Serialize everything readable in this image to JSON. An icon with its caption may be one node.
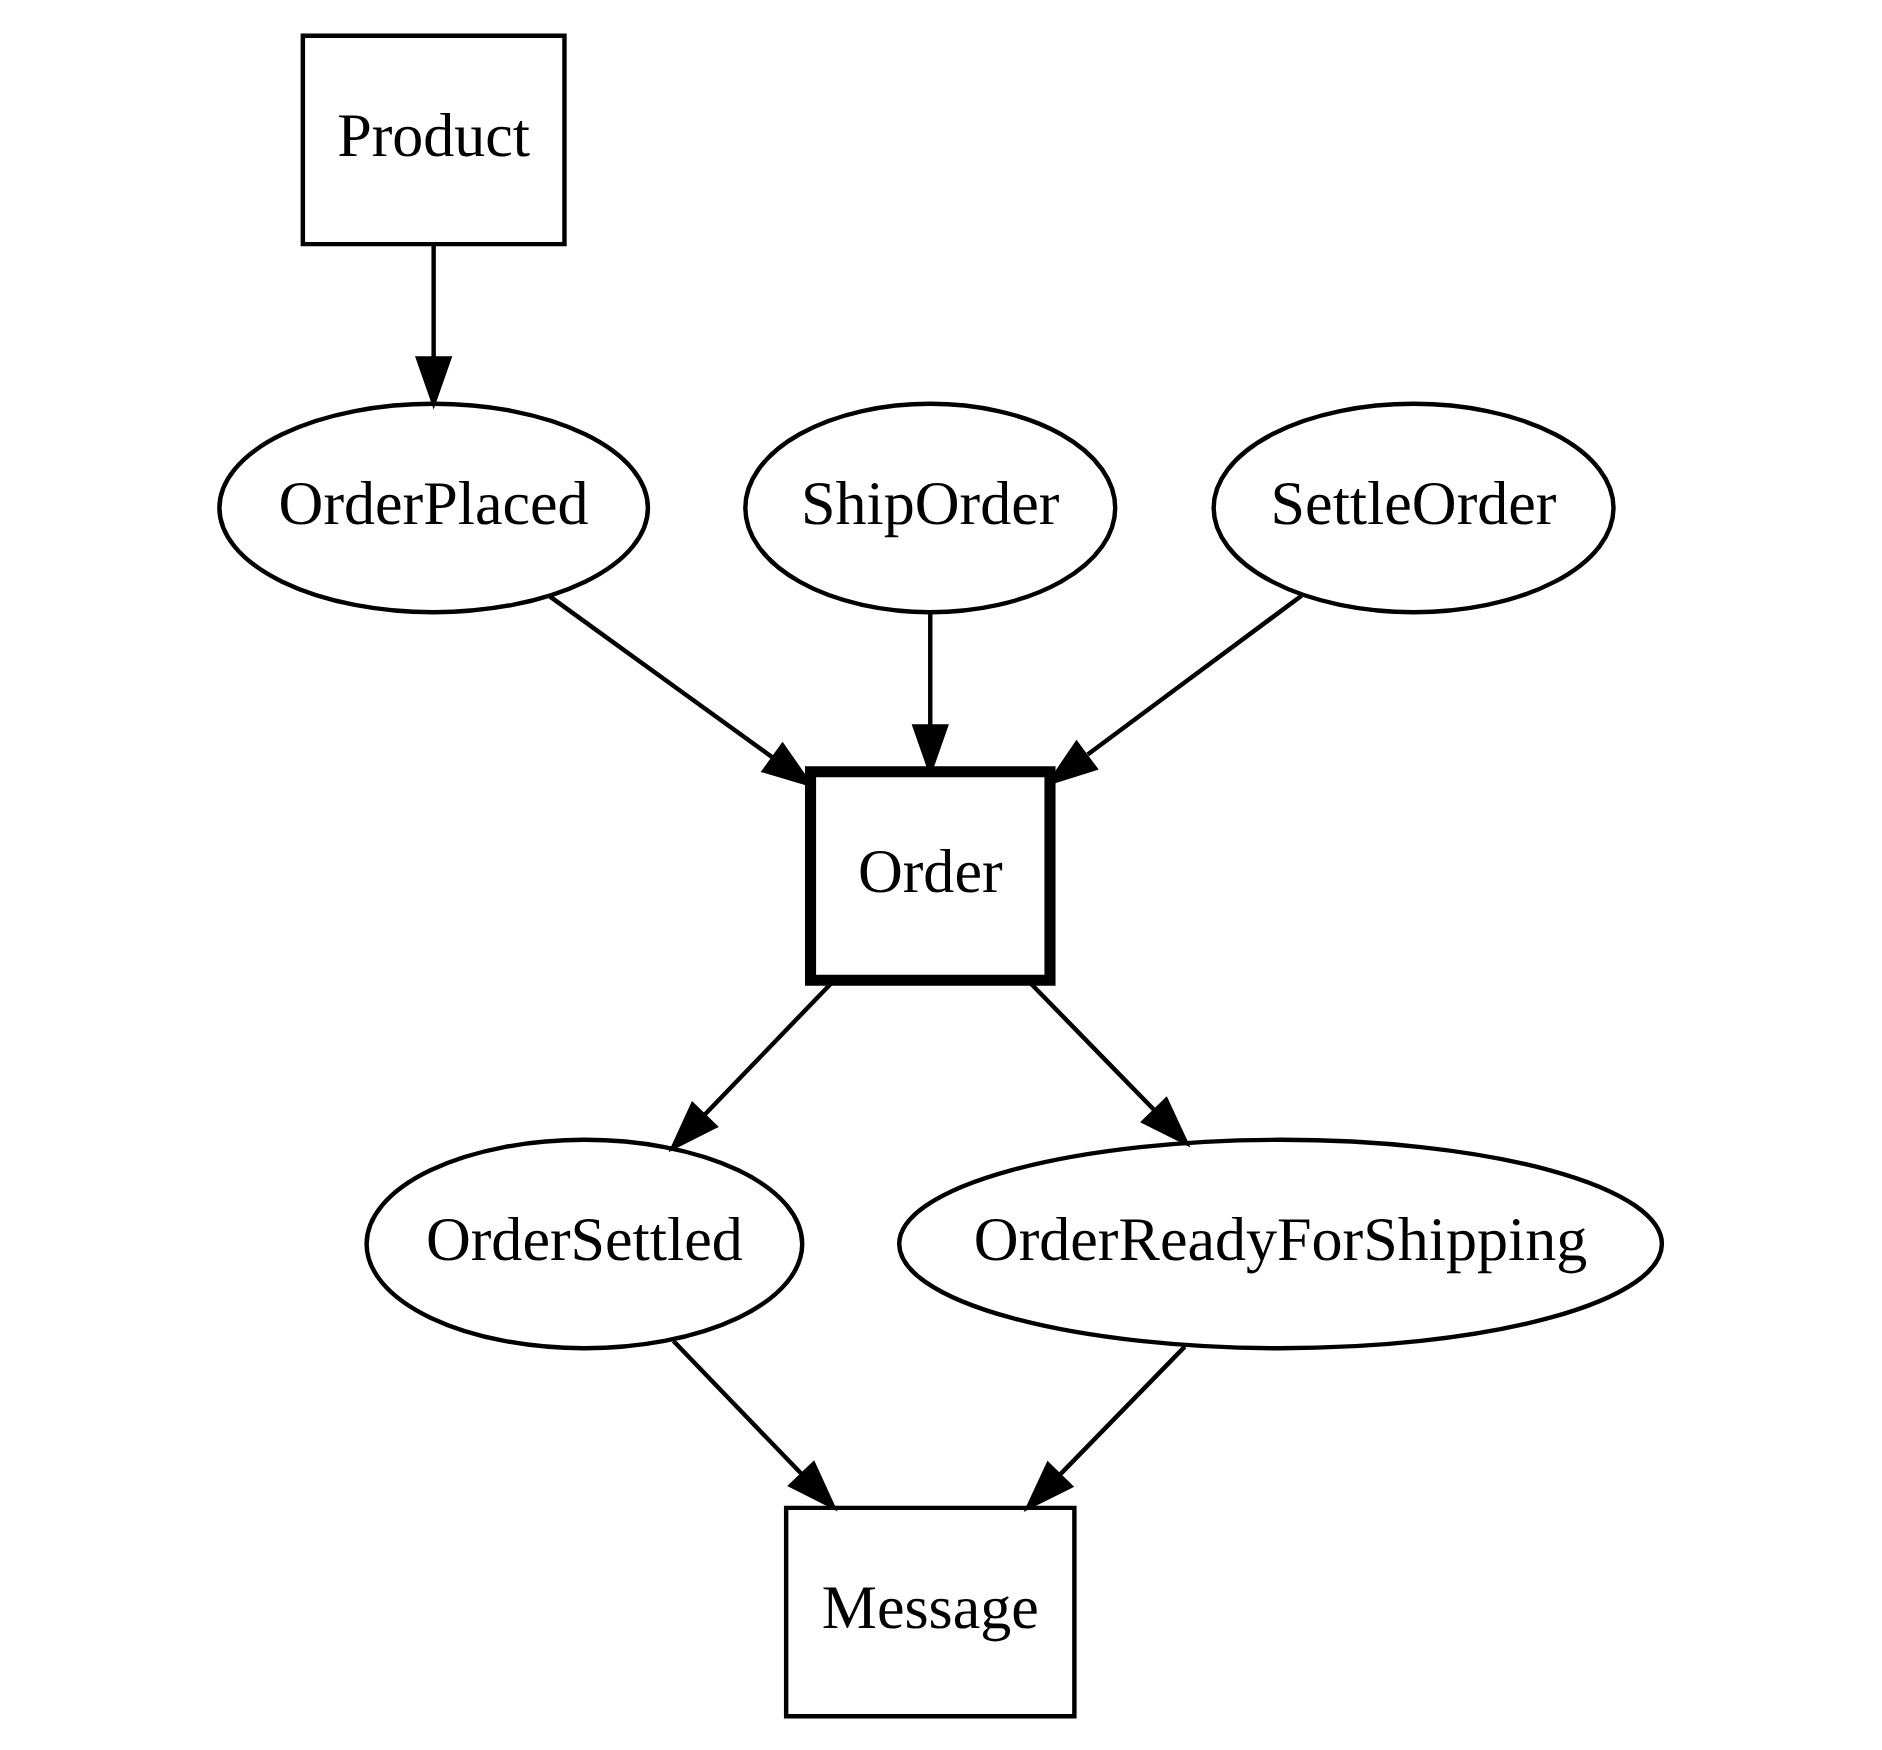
{
  "diagram": {
    "nodes": [
      {
        "text": [
          "Product"
        ]
      },
      {
        "text": [
          "ShipOrder"
        ]
      },
      {
        "text": [
          "OrderPlaced"
        ]
      },
      {
        "text": [
          "SettleOrder"
        ]
      },
      {
        "text": [
          "Order"
        ]
      },
      {
        "text": [
          "OrderSettled"
        ]
      },
      {
        "text": [
          "OrderReadyForShipping"
        ]
      },
      {
        "text": [
          "Message"
        ]
      }
    ],
    "edges": [
      {
        "from": 0,
        "to": 2,
        "arrow": "to"
      },
      {
        "from": 1,
        "to": 4,
        "arrow": "to"
      },
      {
        "from": 2,
        "to": 4,
        "arrow": "to"
      },
      {
        "from": 3,
        "to": 4,
        "arrow": "to"
      },
      {
        "from": 4,
        "to": 5,
        "arrow": "to"
      },
      {
        "from": 4,
        "to": 6,
        "arrow": "to"
      },
      {
        "from": 5,
        "to": 7,
        "arrow": "to"
      },
      {
        "from": 6,
        "to": 7,
        "arrow": "to"
      }
    ]
  }
}
